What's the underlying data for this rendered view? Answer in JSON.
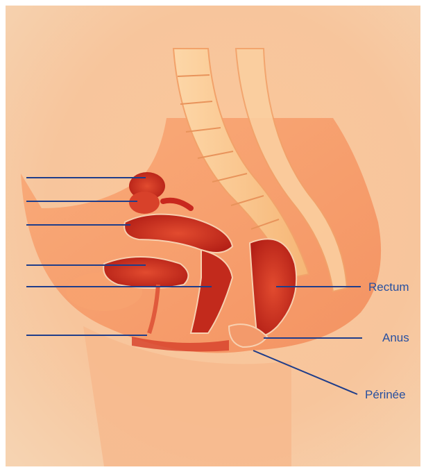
{
  "colors": {
    "leader_line": "#1f3d8a",
    "label_text": "#2850a0",
    "background": "#ffffff",
    "skin": "#f5b98a",
    "organ_red": "#c8281e"
  },
  "labels": {
    "rectum": "Rectum",
    "anus": "Anus",
    "perinee": "Périnée"
  },
  "unlabeled_pointers": 6
}
